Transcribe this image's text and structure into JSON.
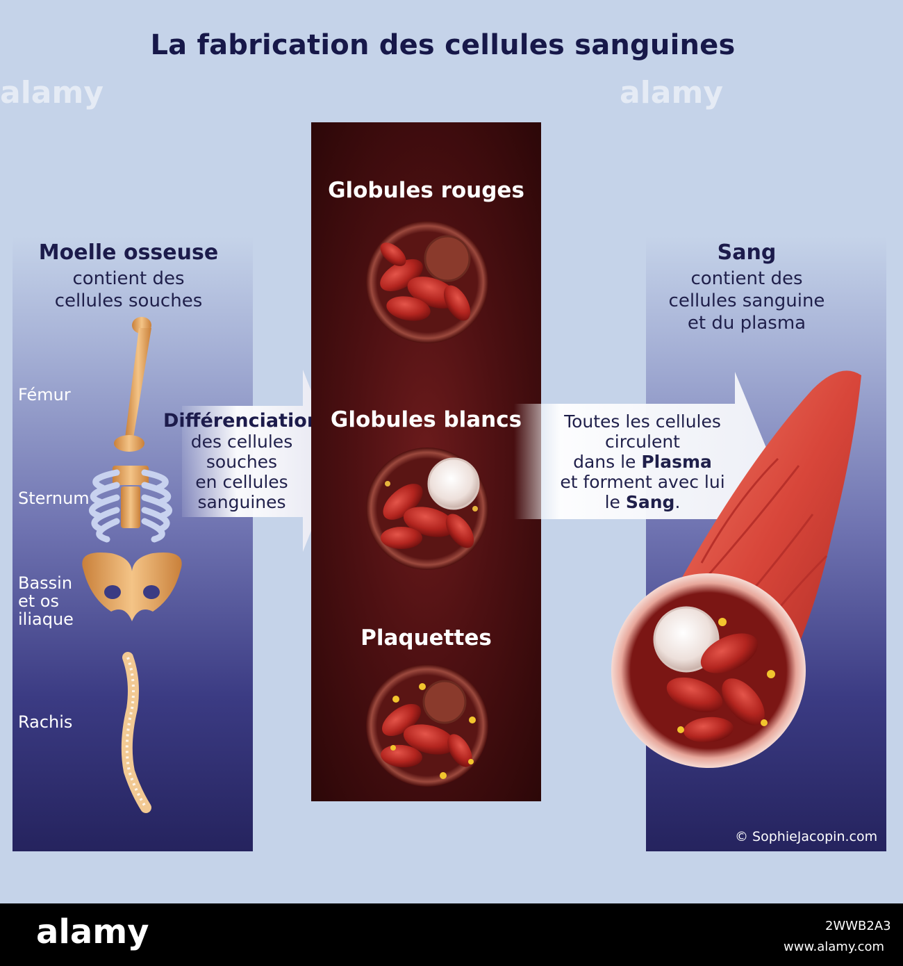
{
  "title": "La fabrication des cellules sanguines",
  "left_panel": {
    "heading": "Moelle osseuse",
    "line1": "contient des",
    "line2": "cellules souches",
    "bones": [
      "Fémur",
      "Sternum",
      "Bassin",
      "et os",
      "iliaque",
      "Rachis"
    ]
  },
  "left_arrow": {
    "heading": "Différenciation",
    "line1": "des cellules",
    "line2": "souches",
    "line3": "en cellules",
    "line4": "sanguines"
  },
  "center_panel": {
    "red_cells": "Globules rouges",
    "white_cells": "Globules blancs",
    "platelets": "Plaquettes"
  },
  "right_arrow": {
    "line1": "Toutes les cellules",
    "line2": "circulent",
    "line3_pre": "dans le ",
    "line3_bold": "Plasma",
    "line4": "et forment avec lui",
    "line5_pre": "le ",
    "line5_bold": "Sang",
    "line5_post": "."
  },
  "right_panel": {
    "heading": "Sang",
    "line1": "contient des",
    "line2": "cellules sanguine",
    "line3": "et du plasma",
    "copyright": "© SophieJacopin.com"
  },
  "footer": {
    "logo": "alamy",
    "image_id": "2WWB2A3",
    "site": "www.alamy.com"
  },
  "watermark": "alamy",
  "colors": {
    "background": "#c5d3e9",
    "title": "#171849",
    "center_panel": "#4d1012",
    "blood": "#c8342c",
    "bone": "#e8a55c"
  }
}
